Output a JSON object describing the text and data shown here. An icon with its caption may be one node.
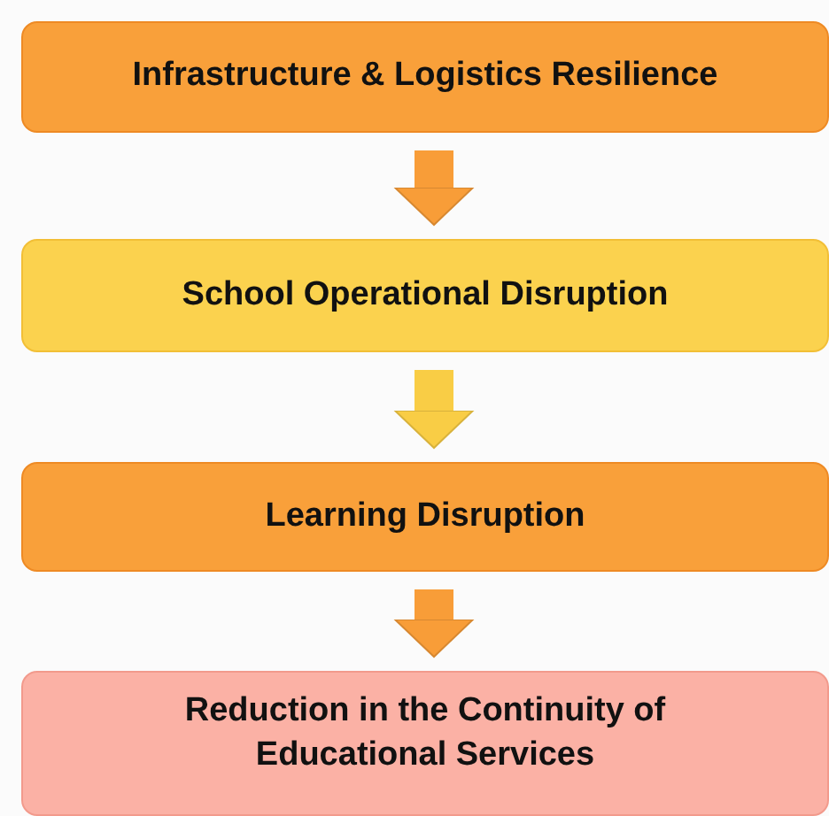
{
  "diagram": {
    "nodes": [
      {
        "text": [
          "Infrastructure & Logistics Resilience"
        ]
      },
      {
        "text": [
          "School Operational Disruption"
        ]
      },
      {
        "text": [
          "Learning Disruption"
        ]
      },
      {
        "text": [
          "Reduction in the Continuity of Educational Services"
        ]
      }
    ],
    "edges": [
      {
        "from": 0,
        "to": 1,
        "arrow": "to"
      },
      {
        "from": 1,
        "to": 2,
        "arrow": "to",
        "color": "#f9cd45"
      },
      {
        "from": 2,
        "to": 3,
        "arrow": "to"
      }
    ]
  }
}
